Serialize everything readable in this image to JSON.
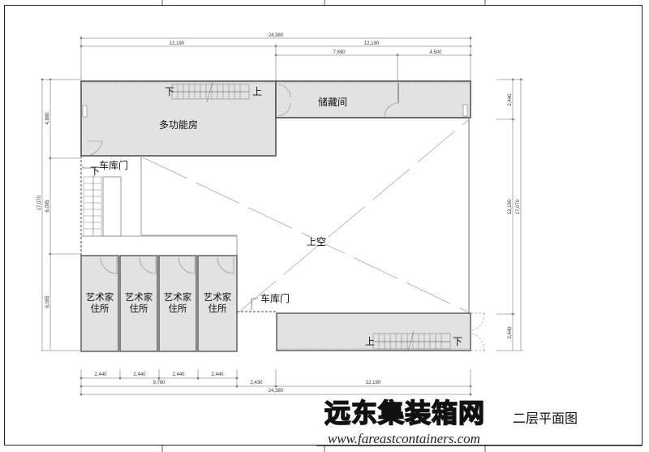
{
  "title": "二层平面图",
  "brand": {
    "name": "远东集装箱网",
    "url": "www.fareastcontainers.com"
  },
  "rooms": {
    "multi_function": "多功能房",
    "storage": "储藏间",
    "void": "上空",
    "garage_door_left": "车库门",
    "garage_door_right": "车库门",
    "artist_residence_line1": "艺术家",
    "artist_residence_line2": "住所"
  },
  "stair_labels": {
    "top_down": "下",
    "top_up": "上",
    "left_down": "下",
    "bottom_up": "上",
    "bottom_down": "下"
  },
  "dimensions": {
    "top": {
      "overall": "24,380",
      "left_half": "12,190",
      "right_half": "12,190",
      "right_a": "7,690",
      "right_b": "4,500"
    },
    "bottom": {
      "unit1": "2,440",
      "unit2": "2,440",
      "unit3": "2,440",
      "unit4": "2,440",
      "units_total": "9,760",
      "gap": "2,430",
      "right": "12,190",
      "overall": "24,380"
    },
    "left": {
      "overall": "17,070",
      "top": "4,880",
      "middle": "6,095",
      "bottom": "6,095"
    },
    "right": {
      "top": "2,440",
      "middle": "12,190",
      "overall": "17,070",
      "bottom": "2,440"
    }
  },
  "colors": {
    "room_fill": "#e2e2e2",
    "wall": "#555555",
    "dim_line": "#9a9a9a",
    "background": "#ffffff"
  }
}
